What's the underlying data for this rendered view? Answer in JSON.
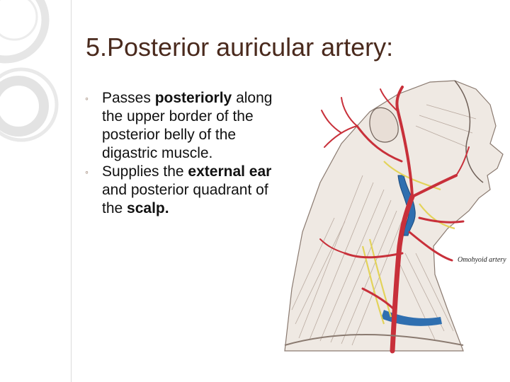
{
  "slide": {
    "title": "5.Posterior auricular artery:",
    "bullets": [
      {
        "marker": "◦",
        "segments": [
          {
            "text": "Passes ",
            "bold": false
          },
          {
            "text": "posteriorly",
            "bold": true
          },
          {
            "text": " along the upper border of the posterior belly of the digastric muscle.",
            "bold": false
          }
        ]
      },
      {
        "marker": "◦",
        "segments": [
          {
            "text": "Supplies the ",
            "bold": false
          },
          {
            "text": "external ear",
            "bold": true
          },
          {
            "text": " and posterior quadrant of the ",
            "bold": false
          },
          {
            "text": "scalp.",
            "bold": true
          }
        ]
      }
    ]
  },
  "illustration": {
    "subject": "anatomical drawing of the neck showing carotid artery branches",
    "labels": [
      "Omohyoid artery"
    ]
  },
  "colors": {
    "title": "#4a2a1d",
    "text": "#111111",
    "bullet_marker": "#8a6d5a",
    "artery": "#c8303a",
    "vein": "#2f6fb0",
    "nerve": "#e3d35a"
  }
}
